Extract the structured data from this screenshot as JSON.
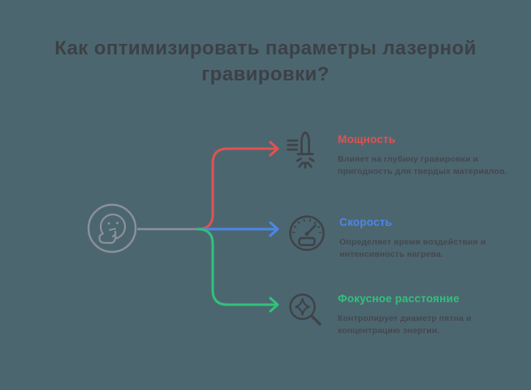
{
  "title": "Как оптимизировать параметры лазерной\nгравировки?",
  "colors": {
    "background": "#4C6670",
    "title_text": "#3C4146",
    "body_text": "#43484D",
    "icon_stroke": "#3F4449",
    "node_gray": "#8A9199",
    "power_accent": "#E05252",
    "speed_accent": "#4C87E8",
    "focus_accent": "#31C17C"
  },
  "central_node": {
    "icon": "thinking-face-icon"
  },
  "items": [
    {
      "id": "power",
      "title": "Мощность",
      "description": "Влияет на глубину гравировки и\nпригодность для твердых материалов.",
      "icon": "laser-beam-icon",
      "accent": "#E05252"
    },
    {
      "id": "speed",
      "title": "Скорость",
      "description": "Определяет время воздействия и\nинтенсивность нагрева.",
      "icon": "speedometer-icon",
      "accent": "#4C87E8"
    },
    {
      "id": "focus",
      "title": "Фокусное расстояние",
      "description": "Контролирует диаметр пятна и\nконцентрацию энергии.",
      "icon": "focus-lens-icon",
      "accent": "#31C17C"
    }
  ]
}
